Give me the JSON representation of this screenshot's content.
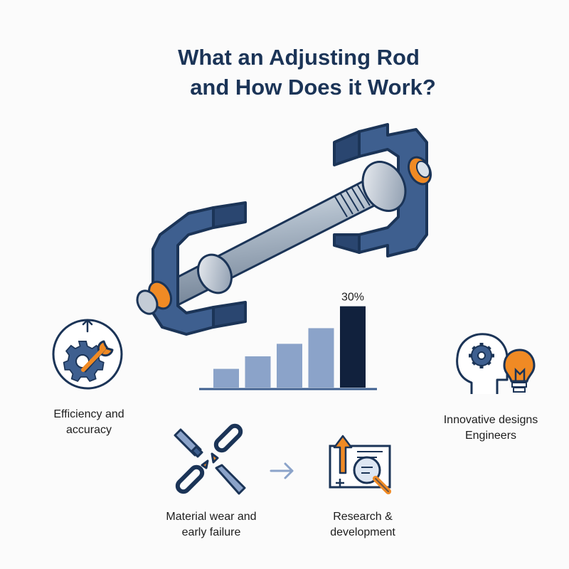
{
  "title": {
    "line1": "What an Adjusting Rod",
    "line2": "and How Does it Work?"
  },
  "chart_data": {
    "type": "bar",
    "categories": [
      "",
      "",
      "",
      "",
      ""
    ],
    "values": [
      6,
      10,
      14,
      19,
      26
    ],
    "ylim": [
      0,
      30
    ],
    "data_labels": [
      "",
      "",
      "",
      "",
      "30%"
    ],
    "colors": [
      "#8ba3c9",
      "#8ba3c9",
      "#8ba3c9",
      "#8ba3c9",
      "#11213d"
    ],
    "xlabel": "",
    "ylabel": "",
    "grid": false
  },
  "features": {
    "efficiency": {
      "line1": "Efficiency and",
      "line2": "accuracy",
      "icon": "gear-wrench-icon"
    },
    "innovation": {
      "line1": "Innovative designs",
      "line2": "Engineers",
      "icon": "head-gear-bulb-icon"
    },
    "wear": {
      "line1": "Material wear and",
      "line2": "early failure",
      "icon": "broken-chain-icon"
    },
    "research": {
      "line1": "Research &",
      "line2": "development",
      "icon": "magnifier-chart-icon"
    }
  },
  "flow_arrow_icon": "arrow-right-icon",
  "colors": {
    "navy": "#1b3457",
    "steel": "#3e5f8f",
    "orange": "#f08a24",
    "bar": "#8ba3c9",
    "bar_highlight": "#11213d"
  }
}
